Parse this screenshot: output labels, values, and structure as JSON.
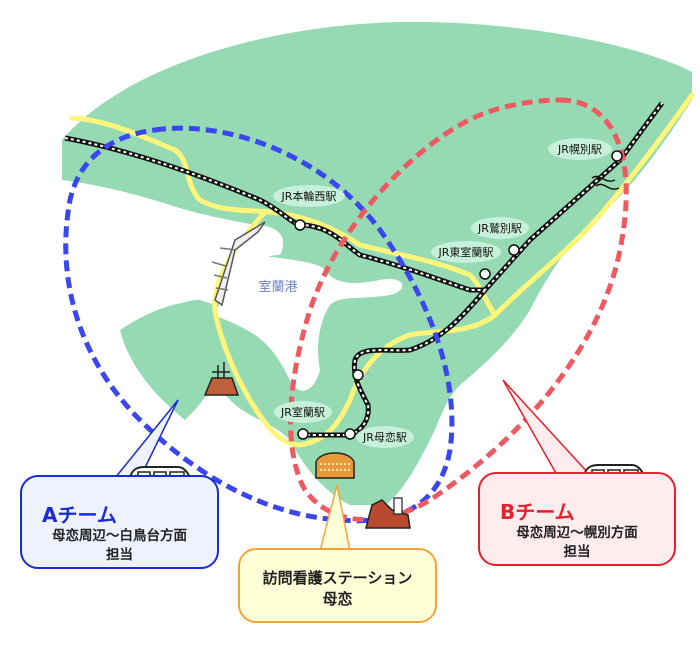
{
  "map": {
    "harbor_label": "室蘭港",
    "stations": [
      {
        "name": "JR本輪西駅"
      },
      {
        "name": "JR幌別駅"
      },
      {
        "name": "JR鷲別駅"
      },
      {
        "name": "JR東室蘭駅"
      },
      {
        "name": "JR室蘭駅"
      },
      {
        "name": "JR母恋駅"
      }
    ]
  },
  "team_a": {
    "title": "Aチーム",
    "area_line1": "母恋周辺〜白鳥台方面",
    "area_line2": "担当",
    "color": "#1a2bd8"
  },
  "team_b": {
    "title": "Bチーム",
    "area_line1": "母恋周辺〜幌別方面",
    "area_line2": "担当",
    "color": "#e8202c"
  },
  "station_box": {
    "line1": "訪問看護ステーション",
    "line2": "母恋",
    "color": "#f4a53a"
  },
  "colors": {
    "land": "#95dab3",
    "road": "#fff57a",
    "sea": "#ffffff"
  }
}
